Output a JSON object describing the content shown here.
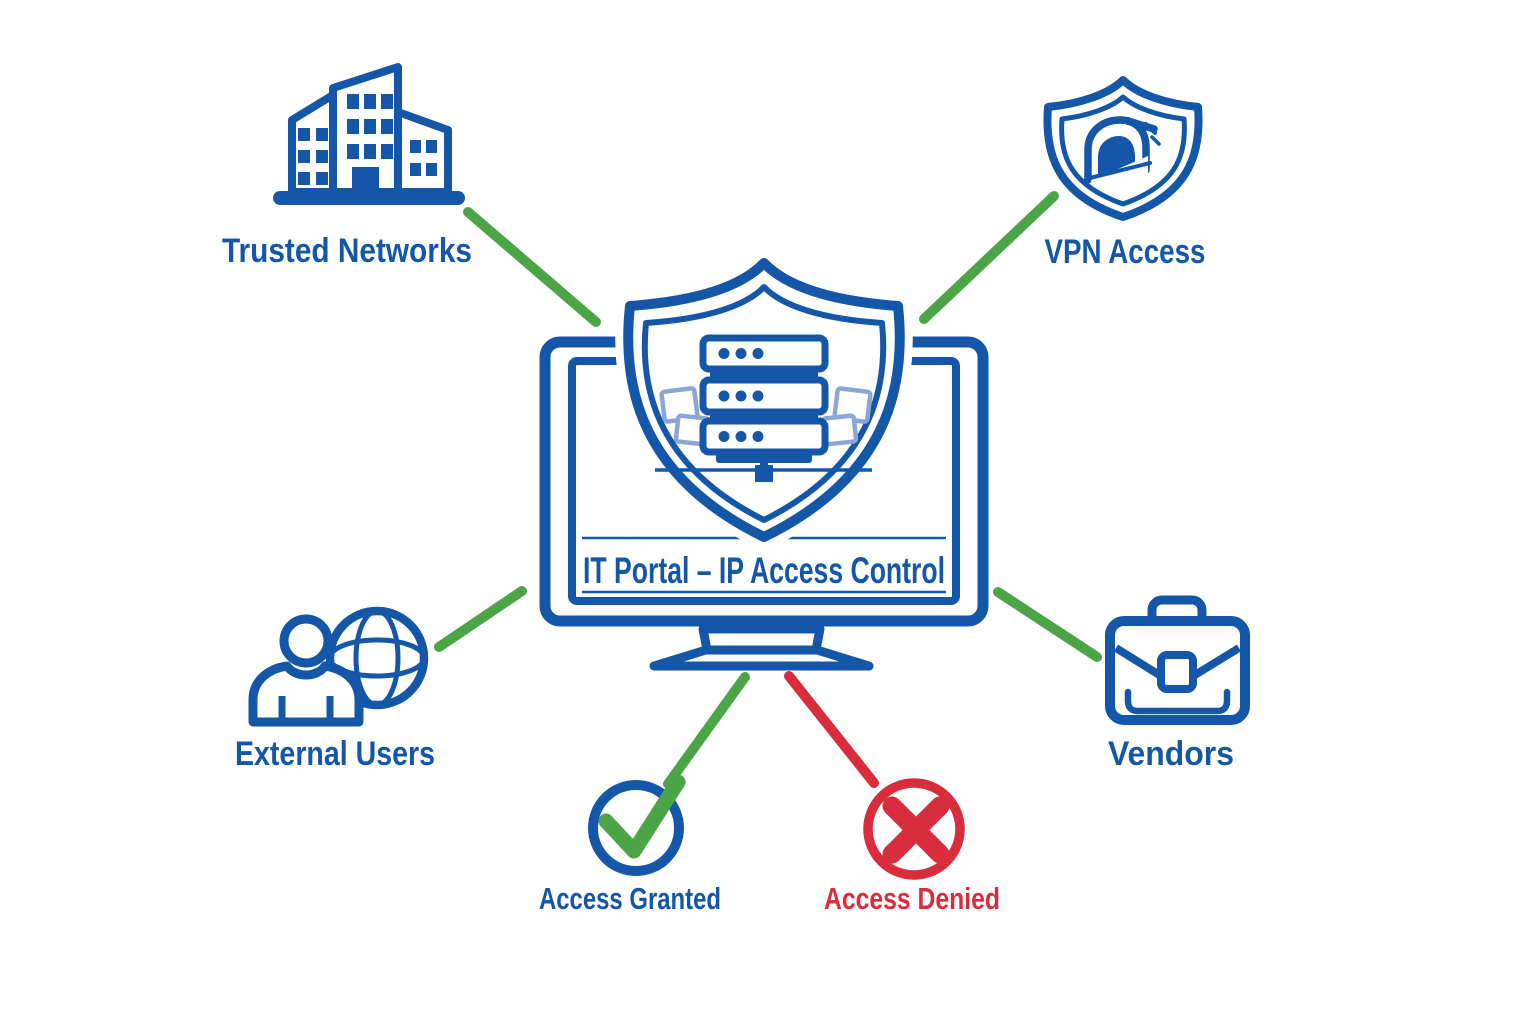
{
  "diagram": {
    "center": {
      "label": "IT Portal – IP Access Control",
      "icon": "monitor-shield-server-icon"
    },
    "nodes": [
      {
        "id": "trusted-networks",
        "label": "Trusted Networks",
        "icon": "office-buildings-icon",
        "position": "top-left",
        "connector_color": "#4BA546"
      },
      {
        "id": "vpn-access",
        "label": "VPN Access",
        "icon": "shield-tunnel-icon",
        "position": "top-right",
        "connector_color": "#4BA546"
      },
      {
        "id": "external-users",
        "label": "External Users",
        "icon": "user-globe-icon",
        "position": "bottom-left",
        "connector_color": "#4BA546"
      },
      {
        "id": "vendors",
        "label": "Vendors",
        "icon": "briefcase-icon",
        "position": "bottom-right",
        "connector_color": "#4BA546"
      }
    ],
    "outcomes": [
      {
        "id": "access-granted",
        "label": "Access Granted",
        "icon": "check-circle-icon",
        "label_color": "#1457A8",
        "mark_color": "#4BA546",
        "connector_color": "#4BA546"
      },
      {
        "id": "access-denied",
        "label": "Access Denied",
        "icon": "cross-circle-icon",
        "label_color": "#D92C3C",
        "mark_color": "#D92C3C",
        "connector_color": "#D92C3C"
      }
    ],
    "colors": {
      "primary_blue": "#1457A8",
      "accent_green": "#4BA546",
      "accent_red": "#D92C3C",
      "light_blue": "#8CA6D4",
      "background": "#FFFFFF"
    }
  }
}
